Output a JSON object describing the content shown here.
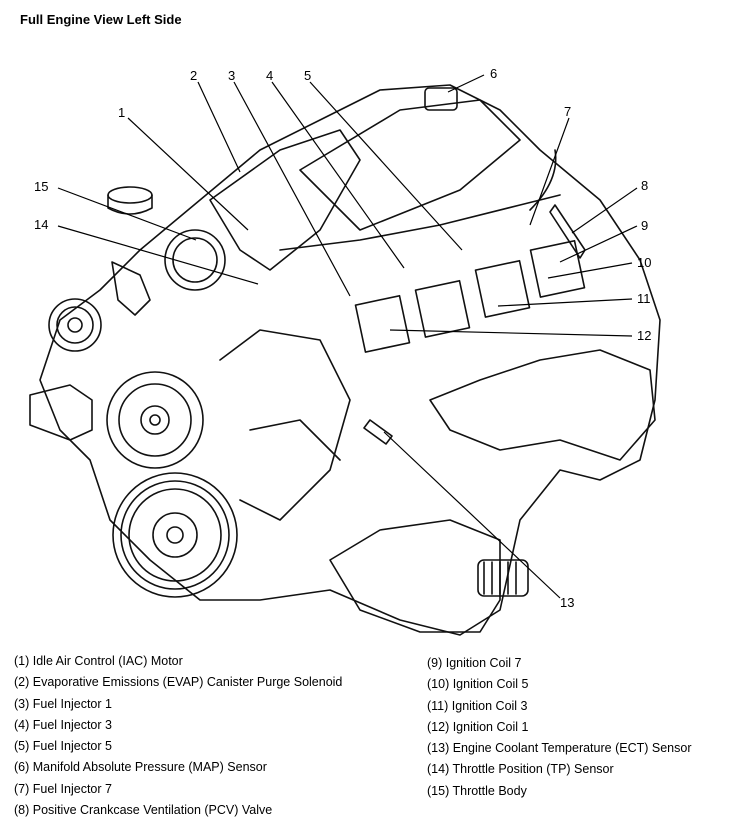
{
  "title": "Full Engine View Left Side",
  "callouts": [
    "1",
    "2",
    "3",
    "4",
    "5",
    "6",
    "7",
    "8",
    "9",
    "10",
    "11",
    "12",
    "13",
    "14",
    "15"
  ],
  "legend_left": [
    "(1) Idle Air Control (IAC) Motor",
    "(2) Evaporative Emissions (EVAP) Canister Purge Solenoid",
    "(3) Fuel Injector 1",
    "(4) Fuel Injector 3",
    "(5) Fuel Injector 5",
    "(6) Manifold Absolute Pressure (MAP) Sensor",
    "(7) Fuel Injector 7",
    "(8) Positive Crankcase Ventilation (PCV) Valve"
  ],
  "legend_right": [
    "(9) Ignition Coil 7",
    "(10) Ignition Coil 5",
    "(11) Ignition Coil 3",
    "(12) Ignition Coil 1",
    "(13) Engine Coolant Temperature (ECT) Sensor",
    "(14) Throttle Position (TP) Sensor",
    "(15) Throttle Body"
  ]
}
